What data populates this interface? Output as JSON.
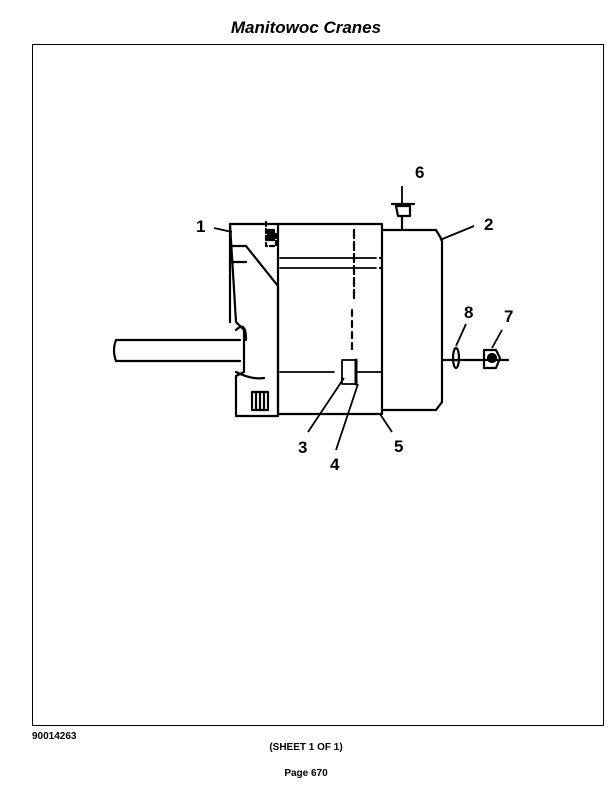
{
  "header": {
    "title": "Manitowoc Cranes"
  },
  "callouts": {
    "c1": "1",
    "c2": "2",
    "c3": "3",
    "c4": "4",
    "c5": "5",
    "c6": "6",
    "c7": "7",
    "c8": "8"
  },
  "footer": {
    "doc_number": "90014263",
    "sheet": "(SHEET 1 OF 1)",
    "page": "Page 670"
  }
}
